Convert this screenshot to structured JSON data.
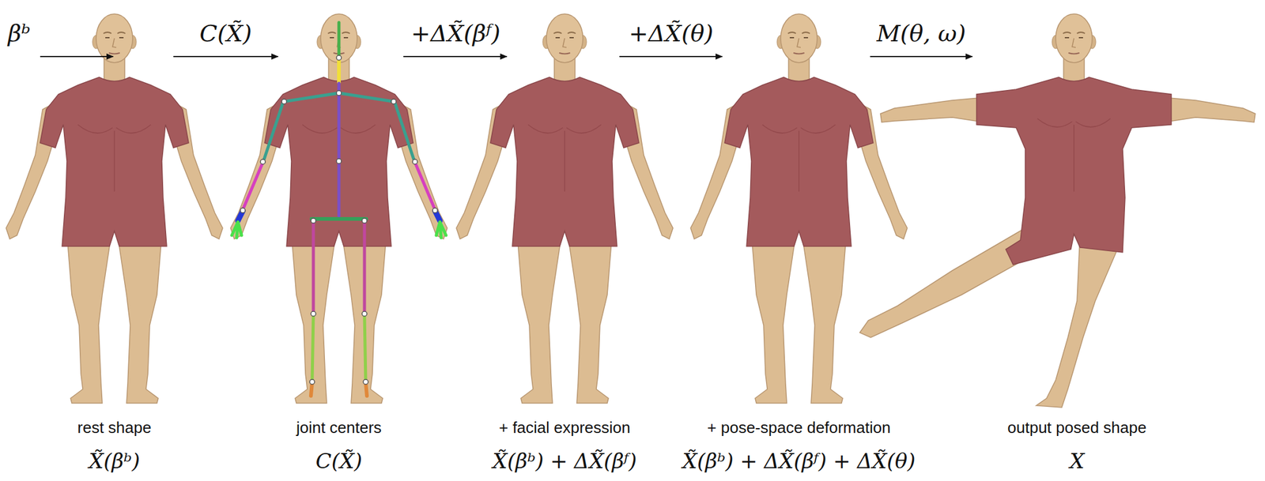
{
  "diagram": {
    "labels": [
      "βᵇ",
      "C(X̃)",
      "+ΔX̃(βᶠ)",
      "+ΔX̃(θ)",
      "M(θ, ω)",
      "rest shape",
      "joint centers",
      "+ facial expression",
      "+ pose-space deformation",
      "output posed shape",
      "X̃(βᵇ)",
      "C(X̃)",
      "X̃(βᵇ) + ΔX̃(βᶠ)",
      "X̃(βᵇ) + ΔX̃(βᶠ) + ΔX̃(θ)",
      "X"
    ]
  }
}
